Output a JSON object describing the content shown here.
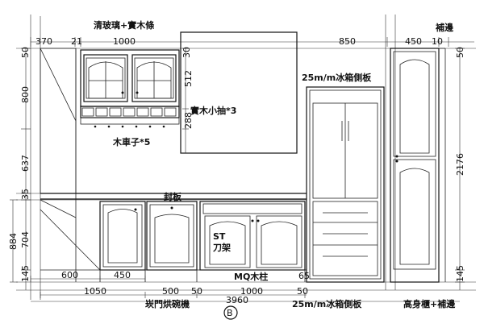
{
  "labels": {
    "top_glass": "清玻璃+實木條",
    "fill_top_right": "補邊",
    "wood_drawer": "實木小抽*3",
    "wood_car": "木車子*5",
    "side_fridge_top": "25m/m冰箱側板",
    "seal": "封板",
    "knife_rack_a": "ST",
    "knife_rack_b": "刀架",
    "mq_column": "MQ木柱",
    "dishwasher": "崁門烘碗機",
    "side_fridge_bottom": "25m/m冰箱側板",
    "tall_fill": "高身櫃+補邊",
    "section_mark": "B"
  },
  "dims": {
    "top": [
      "370",
      "21",
      "1000",
      "850",
      "450",
      "10"
    ],
    "top_left_small": "50",
    "top_mid_small": "30",
    "top_right_small": "50",
    "upper_height": "800",
    "cab_512": "512",
    "cab_288": "288",
    "gap_637": "637",
    "small_35": "35",
    "base_884": "884",
    "base_704": "704",
    "base_145": "145",
    "tall_2176": "2176",
    "tall_145": "145",
    "bottom_600": "600",
    "bottom_450": "450",
    "bottom_1050": "1050",
    "bottom_500": "500",
    "bottom_50a": "50",
    "bottom_1000": "1000",
    "bottom_50b": "50",
    "bottom_65": "65",
    "total": "3960"
  }
}
